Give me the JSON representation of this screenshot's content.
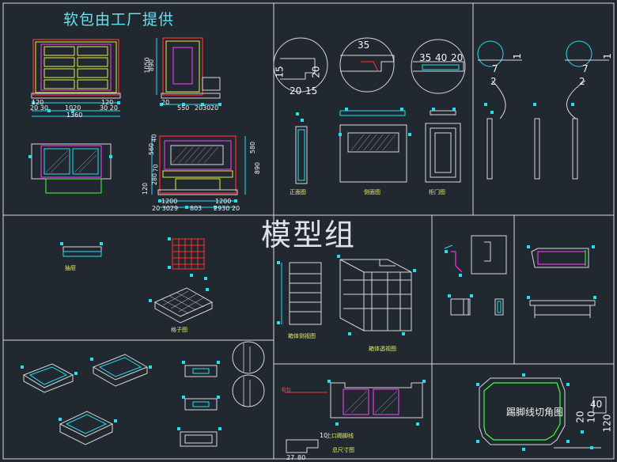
{
  "title": "软包由工厂提供",
  "watermark": "模型组",
  "colors": {
    "background": "#212830",
    "frame": "#d8d8d8",
    "cyan": "#22e0f0",
    "yellow": "#e8ec3a",
    "red": "#ff3030",
    "magenta": "#ff40ff",
    "green": "#40ff40"
  },
  "dims": {
    "front": {
      "h1": "1050",
      "h2": "890",
      "w_total": "1360",
      "w_main": "1020",
      "side_l": "120",
      "side_r": "120",
      "base_l": "20 30",
      "base_r": "30 20"
    },
    "side": {
      "a": "20",
      "b": "550",
      "c": "20",
      "d": "30",
      "e": "20"
    },
    "plan": {
      "h": "580",
      "d": "890",
      "a": "560",
      "b": "40",
      "c": "120",
      "d2": "280",
      "e": "70",
      "w1": "1200",
      "w2": "803",
      "w3": "20 3029",
      "w4": "2930 20",
      "w5": "1200"
    },
    "details": {
      "d35": "35",
      "d20": "20",
      "d15a": "15",
      "d15b": "15",
      "d20b": "20",
      "d35b": "35",
      "d40": "40",
      "d20c": "20"
    },
    "markers": {
      "m1": "7",
      "m2": "2",
      "m3": "1",
      "m4": "7",
      "m5": "2",
      "m6": "1"
    },
    "kick": {
      "d40": "40",
      "d20": "20",
      "d120": "120",
      "d10": "10"
    },
    "bottom": {
      "d10": "10",
      "d27": "27",
      "d80": "80"
    }
  },
  "labels": {
    "kickline": "踢脚线切角图",
    "upper_kick": "上口踢脚线",
    "leather": "软包",
    "front_view": "正面图",
    "side_view": "侧面图",
    "door_view": "柜门图",
    "box_view": "箱体透视图",
    "box_side": "箱体侧视图",
    "grid_view": "格子图",
    "drawer": "抽屉",
    "bottom_label": "总尺寸图"
  }
}
